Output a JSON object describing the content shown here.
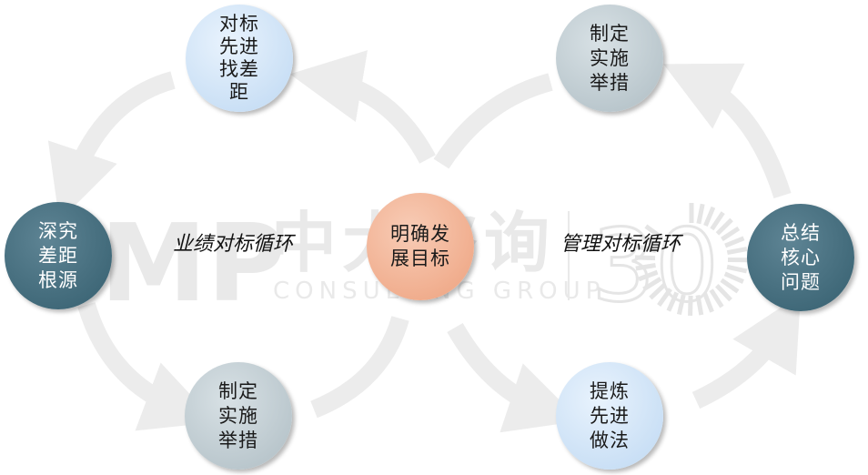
{
  "center": {
    "lines": [
      "明确发",
      "展目标"
    ]
  },
  "left_cycle": {
    "label": "业绩对标循环",
    "top": {
      "lines": [
        "对标",
        "先进",
        "找差",
        "距"
      ]
    },
    "left": {
      "lines": [
        "深究",
        "差距",
        "根源"
      ]
    },
    "bottom": {
      "lines": [
        "制定",
        "实施",
        "举措"
      ]
    }
  },
  "right_cycle": {
    "label": "管理对标循环",
    "top": {
      "lines": [
        "制定",
        "实施",
        "举措"
      ]
    },
    "right": {
      "lines": [
        "总结",
        "核心",
        "问题"
      ]
    },
    "bottom": {
      "lines": [
        "提炼",
        "先进",
        "做法"
      ]
    }
  },
  "watermark": {
    "brand": "MP",
    "chinese": "中大咨询",
    "english": "CONSULTING GROUP",
    "anniversary": "30"
  },
  "colors": {
    "light_blue": "#c9dff5",
    "grey_blue": "#b9c6cc",
    "dark_teal": "#4a7282",
    "peach": "#f0ac8c",
    "arrow_grey": "#ececec"
  }
}
